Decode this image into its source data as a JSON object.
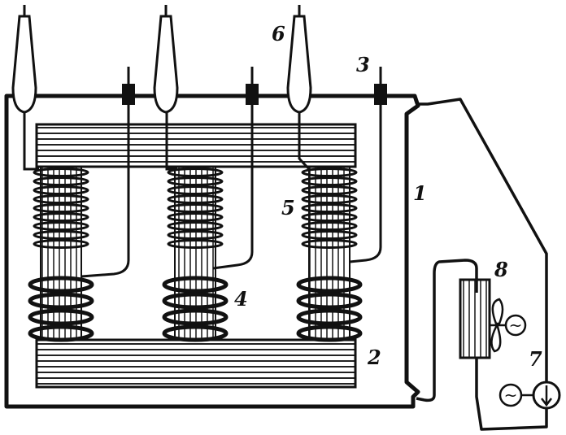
{
  "labels": {
    "l1": "1",
    "l2": "2",
    "l3": "3",
    "l4": "4",
    "l5": "5",
    "l6": "6",
    "l7": "7",
    "l8": "8"
  },
  "symbols": {
    "ac_fan": "~",
    "ac_pump": "~"
  }
}
